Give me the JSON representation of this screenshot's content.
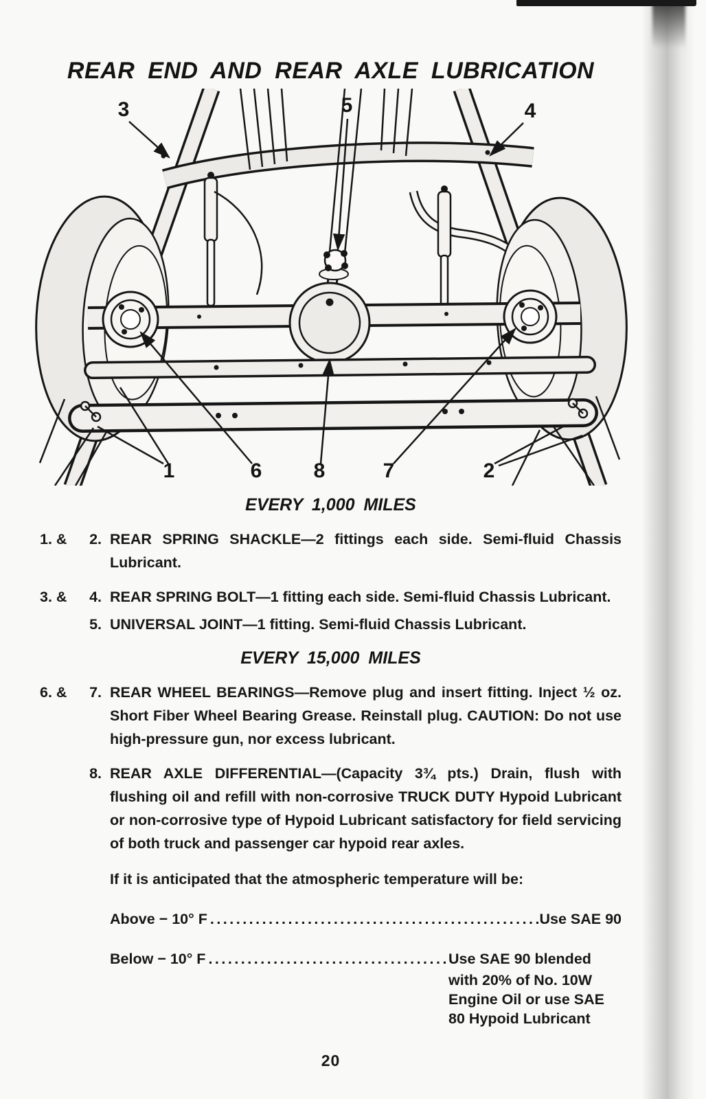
{
  "page": {
    "title": "REAR END AND REAR AXLE LUBRICATION",
    "page_number": "20"
  },
  "diagram": {
    "callouts": {
      "c1": "1",
      "c2": "2",
      "c3": "3",
      "c4": "4",
      "c5": "5",
      "c6": "6",
      "c7": "7",
      "c8": "8"
    }
  },
  "sections": [
    {
      "heading": "EVERY 1,000 MILES",
      "items": [
        {
          "prefix": "1. &",
          "num": "2.",
          "text": "REAR SPRING SHACKLE—2 fittings each side. Semi-fluid Chassis Lubricant."
        },
        {
          "prefix": "3. &",
          "num": "4.",
          "text": "REAR SPRING BOLT—1 fitting each side. Semi-fluid Chassis Lubricant."
        },
        {
          "prefix": "",
          "num": "5.",
          "text": "UNIVERSAL JOINT—1 fitting. Semi-fluid Chassis Lubricant."
        }
      ]
    },
    {
      "heading": "EVERY 15,000 MILES",
      "items": [
        {
          "prefix": "6. &",
          "num": "7.",
          "text": "REAR WHEEL BEARINGS—Remove plug and insert fitting. Inject ½ oz. Short Fiber Wheel Bearing Grease. Reinstall plug. CAUTION: Do not use high-pressure gun, nor excess lubricant."
        },
        {
          "prefix": "",
          "num": "8.",
          "text": "REAR AXLE DIFFERENTIAL—(Capacity 3¾ pts.) Drain, flush with flushing oil and refill with non-corrosive TRUCK DUTY Hypoid Lubricant or non-corrosive type of Hypoid Lubricant satisfactory for field servicing of both truck and passenger car hypoid rear axles."
        }
      ]
    }
  ],
  "temperature": {
    "intro": "If it is anticipated that the atmospheric temperature will be:",
    "above": {
      "condition": "Above − 10° F",
      "dots": "......................................................................",
      "result": "Use SAE 90"
    },
    "below": {
      "condition": "Below − 10° F",
      "dots": "......................................................................",
      "result_lines": [
        "Use SAE 90 blended",
        "with 20% of No. 10W",
        "Engine Oil or use SAE",
        "80 Hypoid Lubricant"
      ]
    }
  },
  "colors": {
    "paper": "#f9f9f7",
    "ink": "#171717",
    "scan_shadow": "#8a8a8a"
  }
}
